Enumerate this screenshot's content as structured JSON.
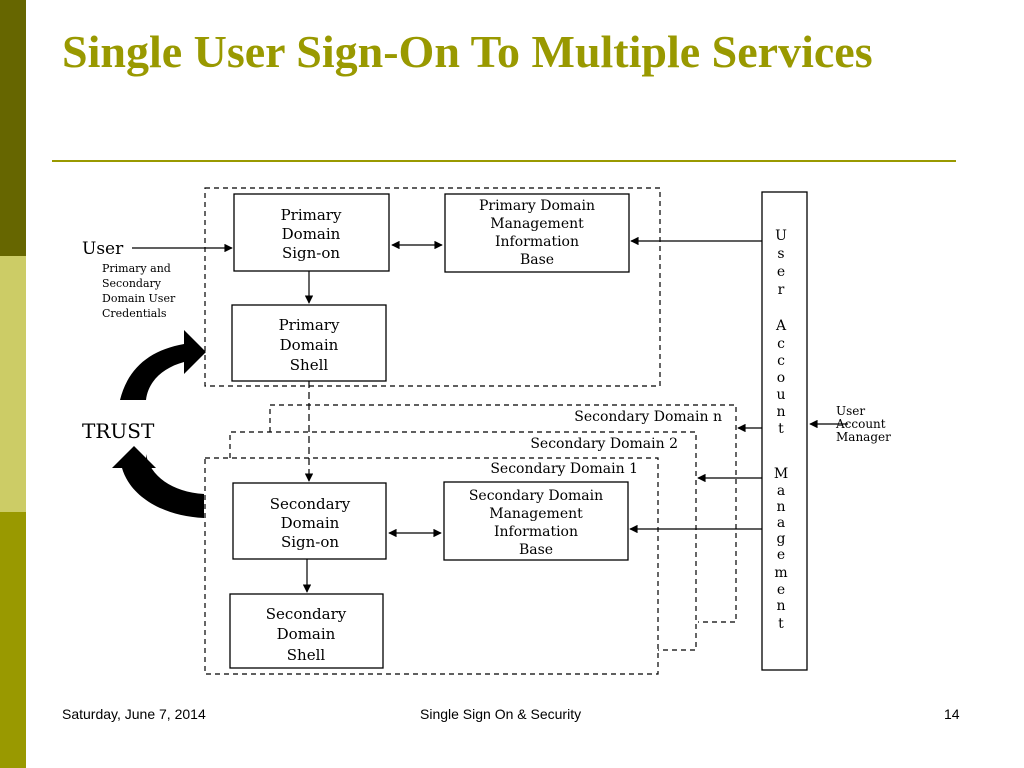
{
  "slide": {
    "title": "Single User Sign-On To Multiple Services",
    "footer_date": "Saturday, June 7, 2014",
    "footer_center": "Single Sign On & Security",
    "page_number": "14",
    "accent_color": "#999900"
  },
  "diagram": {
    "user_label": "User",
    "credentials_lines": [
      "Primary and",
      "Secondary",
      "Domain User",
      "Credentials"
    ],
    "trust_label": "TRUST",
    "primary_signon": [
      "Primary",
      "Domain",
      "Sign-on"
    ],
    "primary_mib": [
      "Primary Domain",
      "Management",
      "Information",
      "Base"
    ],
    "primary_shell": [
      "Primary",
      "Domain",
      "Shell"
    ],
    "secondary_domain_n": "Secondary Domain n",
    "secondary_domain_2": "Secondary Domain 2",
    "secondary_domain_1": "Secondary Domain 1",
    "secondary_signon": [
      "Secondary",
      "Domain",
      "Sign-on"
    ],
    "secondary_mib": [
      "Secondary Domain",
      "Management",
      "Information",
      "Base"
    ],
    "secondary_shell": [
      "Secondary",
      "Domain",
      "Shell"
    ],
    "uam_letters": [
      "U",
      "s",
      "e",
      "r",
      "A",
      "c",
      "c",
      "o",
      "u",
      "n",
      "t",
      "M",
      "a",
      "n",
      "a",
      "g",
      "e",
      "m",
      "e",
      "n",
      "t"
    ],
    "uam_manager_lines": [
      "User",
      "Account",
      "Manager"
    ]
  }
}
